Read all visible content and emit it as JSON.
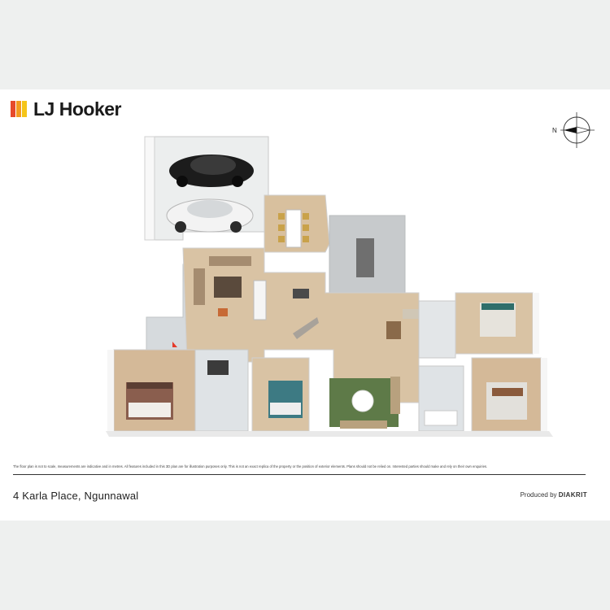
{
  "brand": {
    "name": "LJ Hooker",
    "mark_colors": [
      "#e64a2a",
      "#f39a1f",
      "#f5c518"
    ]
  },
  "compass": {
    "label": "N",
    "icon": "compass-icon"
  },
  "plan": {
    "icon": "floor-plan-3d-illustration",
    "colors": {
      "floor": "#d9c3a4",
      "wall": "#f4f4f4",
      "patio": "#c9ccce",
      "bathroom": "#dfe3e6",
      "rug": "#5e7a48"
    }
  },
  "disclaimer": "The floor plan is not to scale, measurements are indicative and in metres. All features included in this 3D plan are for illustration purposes only. This is not an exact replica of the property or the position of exterior elements. Plans should not be relied on. Interested parties should make and rely on their own enquiries.",
  "address": "4 Karla Place, Ngunnawal",
  "credit": {
    "prefix": "Produced by",
    "company": "DIAKRIT"
  }
}
